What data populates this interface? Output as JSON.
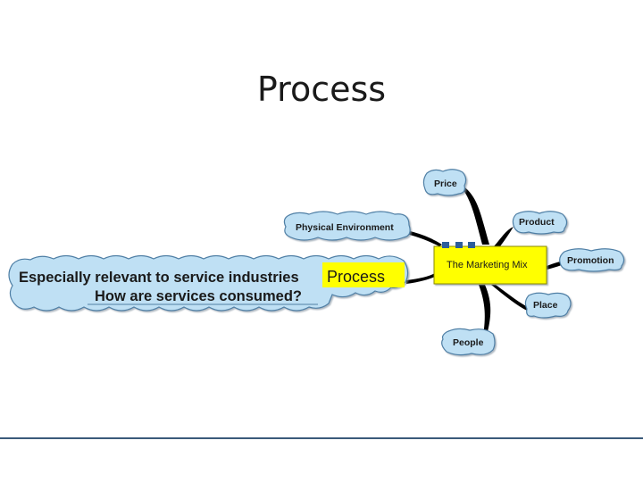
{
  "slide": {
    "title": "Process"
  },
  "diagram": {
    "center": "The Marketing Mix",
    "branches": {
      "price": "Price",
      "product": "Product",
      "promotion": "Promotion",
      "place": "Place",
      "people": "People",
      "physical_environment": "Physical Environment",
      "process": "Process"
    },
    "process_notes": [
      "Especially relevant to service industries",
      "How are services consumed?"
    ]
  },
  "colors": {
    "bubble_fill": "#bfe0f4",
    "bubble_stroke": "#4f7fa5",
    "center_fill": "#ffff00",
    "process_highlight": "#ffff00",
    "connector": "#000000",
    "markers": "#2d5d9a",
    "bottom_rule": "#3b5a7a"
  }
}
